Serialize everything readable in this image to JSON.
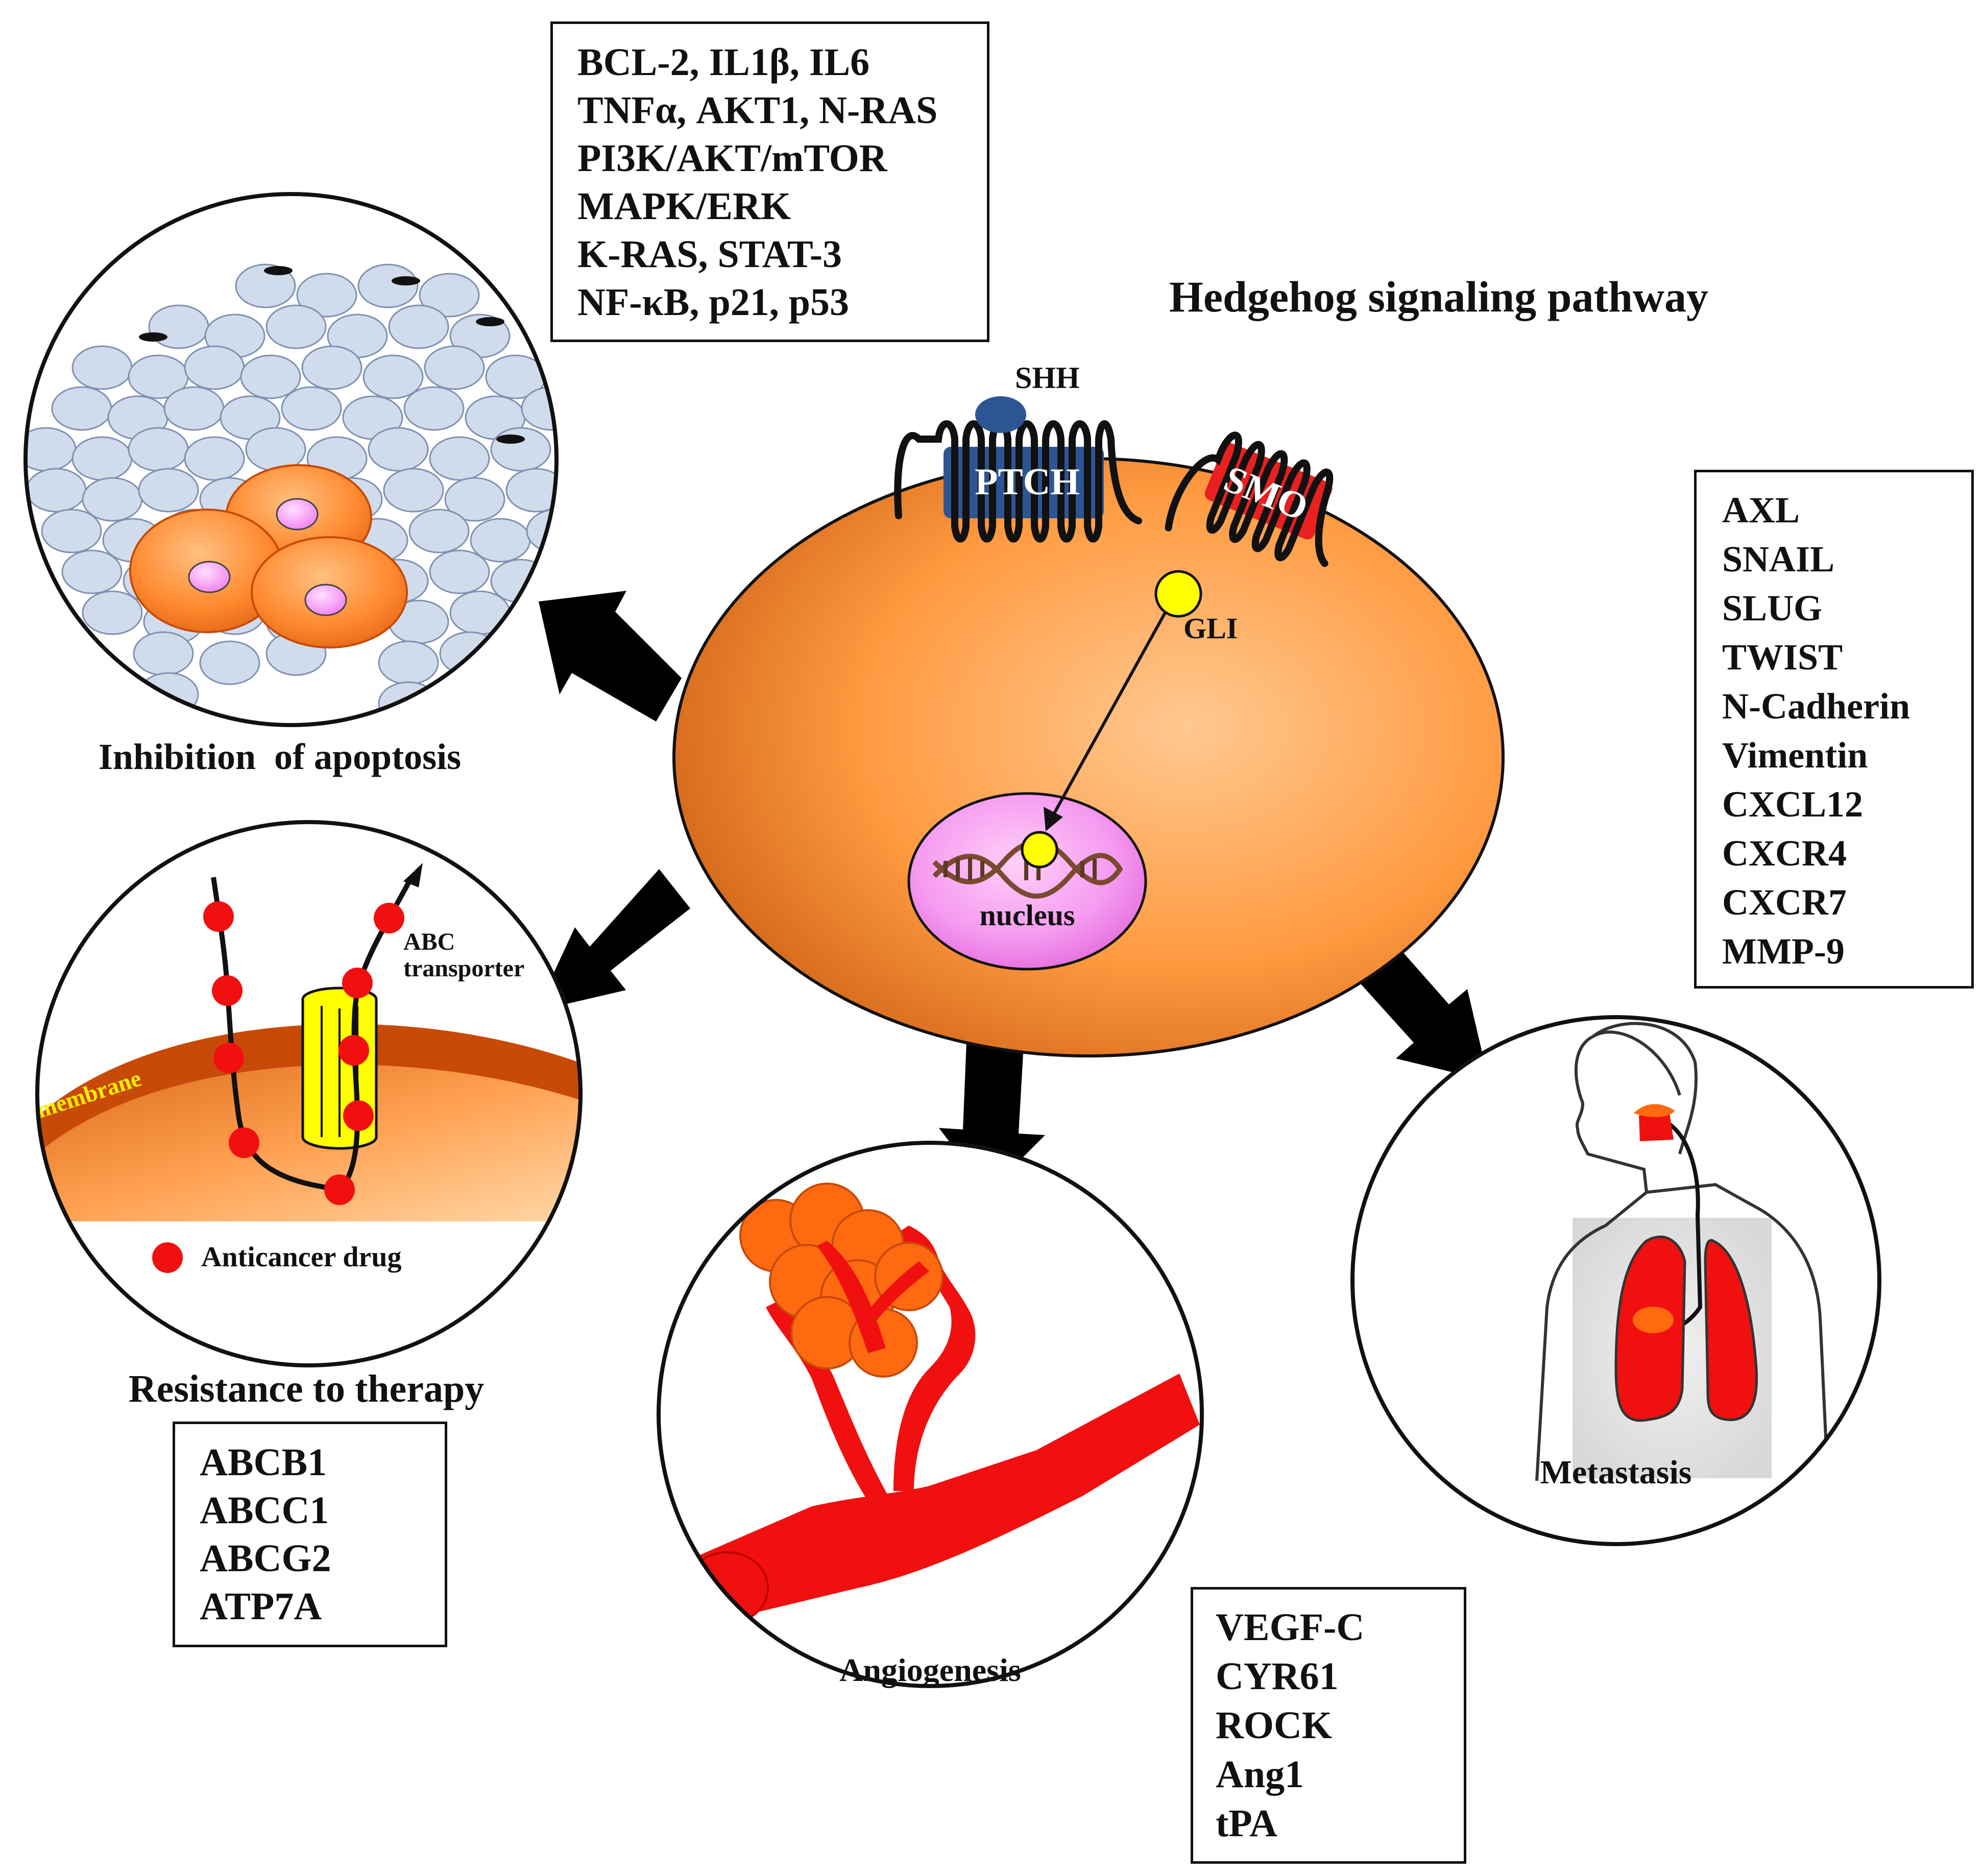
{
  "title": "Hedgehog signaling pathway",
  "cell": {
    "ligand": "SHH",
    "receptor": "PTCH",
    "smoothened": "SMO",
    "transcription_factor": "GLI",
    "nucleus": "nucleus"
  },
  "outcomes": {
    "apoptosis": {
      "label": "Inhibition  of apoptosis",
      "genes": [
        "BCL-2, IL1β, IL6",
        "TNFα, AKT1, N-RAS",
        "PI3K/AKT/mTOR",
        "MAPK/ERK",
        "K-RAS, STAT-3",
        "NF-κB, p21, p53"
      ]
    },
    "resistance": {
      "label": "Resistance to therapy",
      "inner": {
        "transporter": "ABC transporter",
        "membrane": "membrane",
        "legend": "Anticancer drug"
      },
      "genes": [
        "ABCB1",
        "ABCC1",
        "ABCG2",
        "ATP7A"
      ]
    },
    "angiogenesis": {
      "label": "Angiogenesis",
      "genes": [
        "VEGF-C",
        "CYR61",
        "ROCK",
        "Ang1",
        "tPA"
      ]
    },
    "metastasis": {
      "label": "Metastasis",
      "genes": [
        "AXL",
        "SNAIL",
        "SLUG",
        "TWIST",
        "N-Cadherin",
        "Vimentin",
        "CXCL12",
        "CXCR4",
        "CXCR7",
        "MMP-9"
      ]
    }
  },
  "colors": {
    "cell_light": "#ffb068",
    "cell_dark": "#e86010",
    "ptch_blue": "#2d5593",
    "smo_red": "#e82020",
    "gli_yellow": "#ffff00",
    "nucleus_pink": "#f080e8",
    "drug_red": "#f01010",
    "vessel_red": "#f01010",
    "rbc_blue": "#d0dcec"
  }
}
